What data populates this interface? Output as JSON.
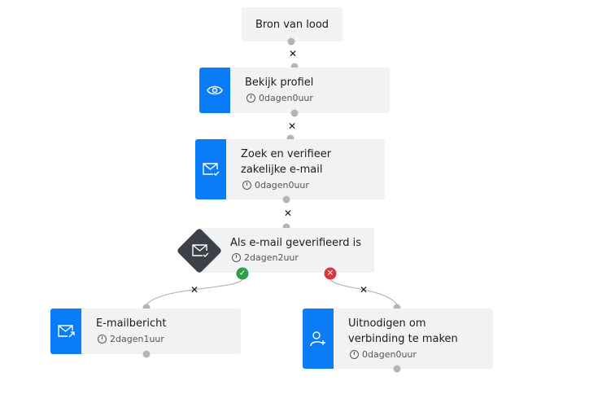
{
  "start": {
    "label": "Bron van lood"
  },
  "nodes": [
    {
      "title": "Bekijk profiel",
      "time": "0dagen0uur",
      "icon": "eye-icon"
    },
    {
      "title_lines": [
        "Zoek en verifieer",
        "zakelijke e-mail"
      ],
      "time": "0dagen0uur",
      "icon": "mail-check-icon"
    },
    {
      "title": "Als e-mail geverifieerd is",
      "time": "2dagen2uur",
      "icon": "mail-check-icon"
    },
    {
      "title": "E-mailbericht",
      "time": "2dagen1uur",
      "icon": "mail-send-icon"
    },
    {
      "title_lines": [
        "Uitnodigen om",
        "verbinding te maken"
      ],
      "time": "0dagen0uur",
      "icon": "user-plus-icon"
    }
  ],
  "connector_remove": "✕",
  "branches": {
    "yes": "✓",
    "no": "✕"
  },
  "colors": {
    "accent": "#0a7cf8",
    "yes": "#2ea043",
    "no": "#d9363e",
    "diamond": "#3d4048"
  }
}
